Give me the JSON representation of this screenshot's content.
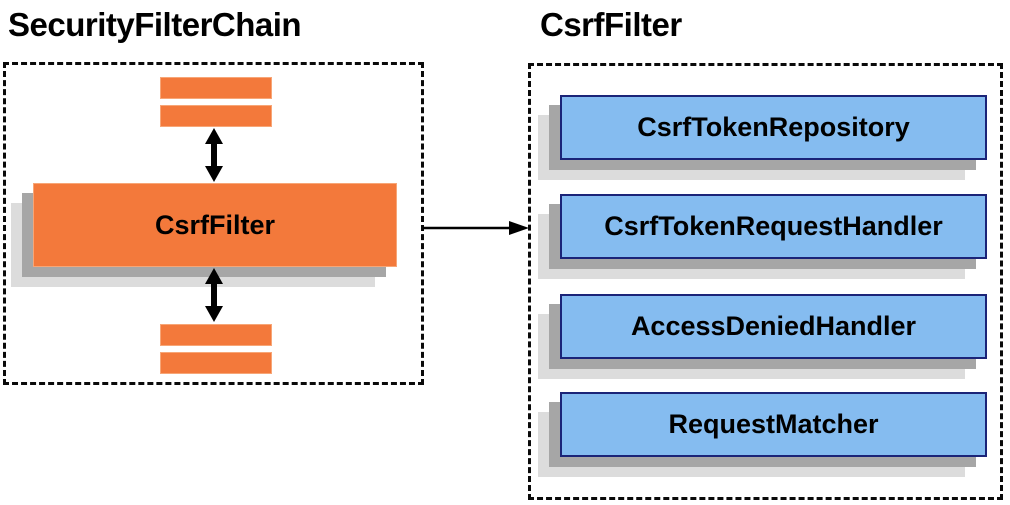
{
  "left_panel": {
    "title": "SecurityFilterChain",
    "main_box_label": "CsrfFilter"
  },
  "right_panel": {
    "title": "CsrfFilter",
    "components": [
      {
        "label": "CsrfTokenRepository"
      },
      {
        "label": "CsrfTokenRequestHandler"
      },
      {
        "label": "AccessDeniedHandler"
      },
      {
        "label": "RequestMatcher"
      }
    ]
  },
  "colors": {
    "orange": "#F3793B",
    "orange_border": "#F7A677",
    "blue_fill": "#85BCF0",
    "blue_border": "#1B2478",
    "shadow_dark": "#A6A6A6",
    "shadow_light": "#DCDCDC",
    "arrow_black": "#000000"
  }
}
